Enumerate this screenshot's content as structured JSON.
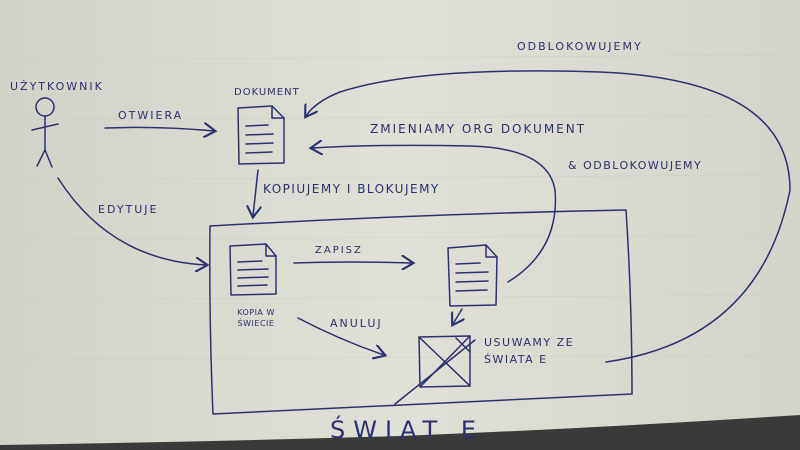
{
  "labels": {
    "user": "UŻYTKOWNIK",
    "opens": "OTWIERA",
    "document": "DOKUMENT",
    "edits": "EDYTUJE",
    "copy_lock": "KOPIUJEMY I BLOKUJEMY",
    "save": "ZAPISZ",
    "copy_in_world": "KOPIA W ŚWIECIE",
    "cancel": "ANULUJ",
    "remove_from_world": "USUWAMY ZE ŚWIATA E",
    "change_orig": "ZMIENIAMY ORG DOKUMENT",
    "and_unlock": "& ODBLOKOWUJEMY",
    "unlock_top": "ODBLOKOWUJEMY",
    "world": "ŚWIAT E"
  },
  "colors": {
    "paper": "#dcdcd2",
    "ink": "#2a3170"
  }
}
